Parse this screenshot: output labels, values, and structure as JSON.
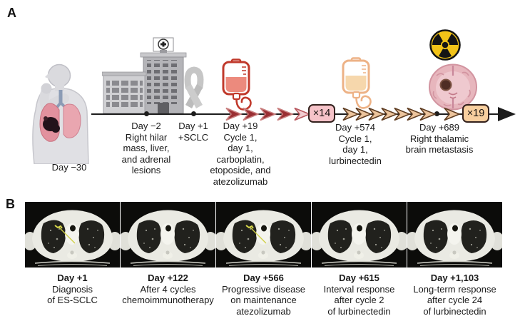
{
  "figure": {
    "panel_a_label": "A",
    "panel_b_label": "B"
  },
  "timeline": {
    "day_minus_30": "Day −30",
    "event_day_minus_2": "Day −2\nRight hilar\nmass, liver,\nand adrenal\nlesions",
    "event_day_plus_1": "Day +1\n+SCLC",
    "event_day_plus_19": "Day +19\nCycle 1,\nday 1,\ncarboplatin,\netoposide, and\natezolizumab",
    "event_day_plus_574": "Day +574\nCycle 1,\nday 1,\nlurbinectedin",
    "event_day_plus_689": "Day +689\nRight thalamic\nbrain metastasis",
    "badge_x14": "×14",
    "badge_x19": "×19",
    "icons": {
      "patient-cough-icon": "coughing person with right lung tumor",
      "hospital-icon": "hospital building with cross sign",
      "awareness-ribbon-icon": "gray awareness ribbon",
      "chemo-iv-bag-icon": "red chemotherapy infusion bag",
      "lurbinectedin-iv-bag-icon": "pale orange infusion bag",
      "radiation-icon": "radiotherapy trefoil symbol",
      "brain-metastasis-icon": "axial brain slice with thalamic lesion"
    }
  },
  "scans": [
    {
      "day": "Day +1",
      "caption": "Diagnosis\nof ES-SCLC",
      "has_marker": true
    },
    {
      "day": "Day +122",
      "caption": "After 4 cycles\nchemoimmunotherapy",
      "has_marker": false
    },
    {
      "day": "Day +566",
      "caption": "Progressive disease\non maintenance\natezolizumab",
      "has_marker": true
    },
    {
      "day": "Day +615",
      "caption": "Interval response\nafter cycle 2\nof lurbinectedin",
      "has_marker": false
    },
    {
      "day": "Day +1,103",
      "caption": "Long-term response\nafter cycle 24\nof lurbinectedin",
      "has_marker": false
    }
  ],
  "colors": {
    "timeline": "#1c1c1c",
    "arrow_dark_red": "#9a2f33",
    "arrow_pale_pink": "#f2ccd0",
    "arrow_tan": "#ecc49c",
    "badge_x14_bg": "#f6c3c9",
    "badge_x19_bg": "#f8cf9f",
    "radiation_yellow": "#f2c318",
    "brain_pink": "#e7b6bd",
    "ribbon_gray": "#c6c6c6",
    "ct_marker_yellow": "#cfcf45"
  }
}
